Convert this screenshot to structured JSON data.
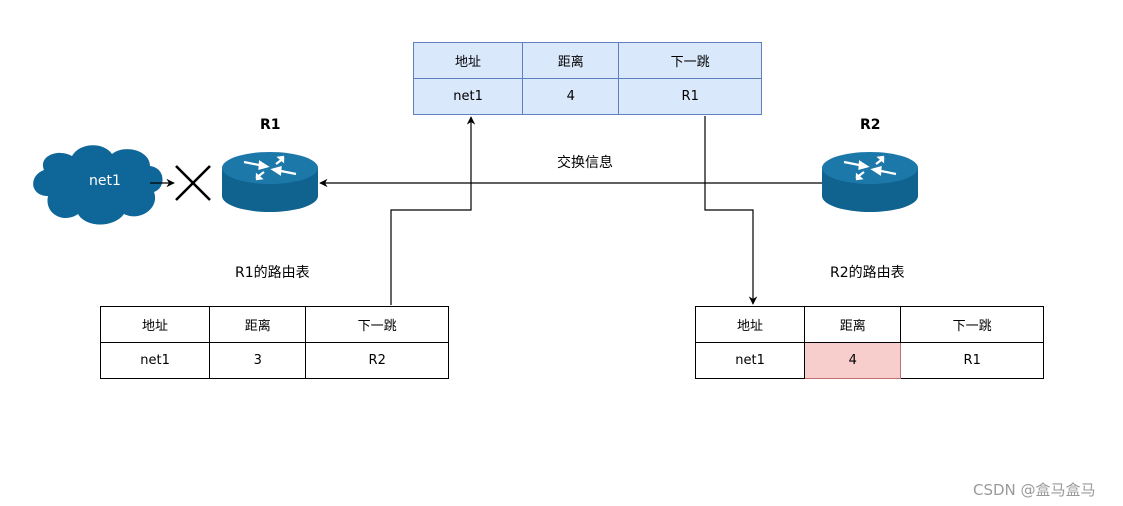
{
  "network": {
    "label": "net1"
  },
  "routers": {
    "r1": {
      "label": "R1"
    },
    "r2": {
      "label": "R2"
    }
  },
  "exchange_label": "交换信息",
  "table_captions": {
    "r1": "R1的路由表",
    "r2": "R2的路由表"
  },
  "table_headers": [
    "地址",
    "距离",
    "下一跳"
  ],
  "tables": {
    "exchanged": {
      "row": [
        "net1",
        "4",
        "R1"
      ]
    },
    "r1": {
      "row": [
        "net1",
        "3",
        "R2"
      ]
    },
    "r2": {
      "row": [
        "net1",
        "4",
        "R1"
      ]
    }
  },
  "watermark": "CSDN @盒马盒马",
  "colors": {
    "router": "#10628f",
    "cloud": "#0f6699",
    "exchanged_table_fill": "#dae8fc",
    "highlight_cell": "#f8cecc"
  }
}
